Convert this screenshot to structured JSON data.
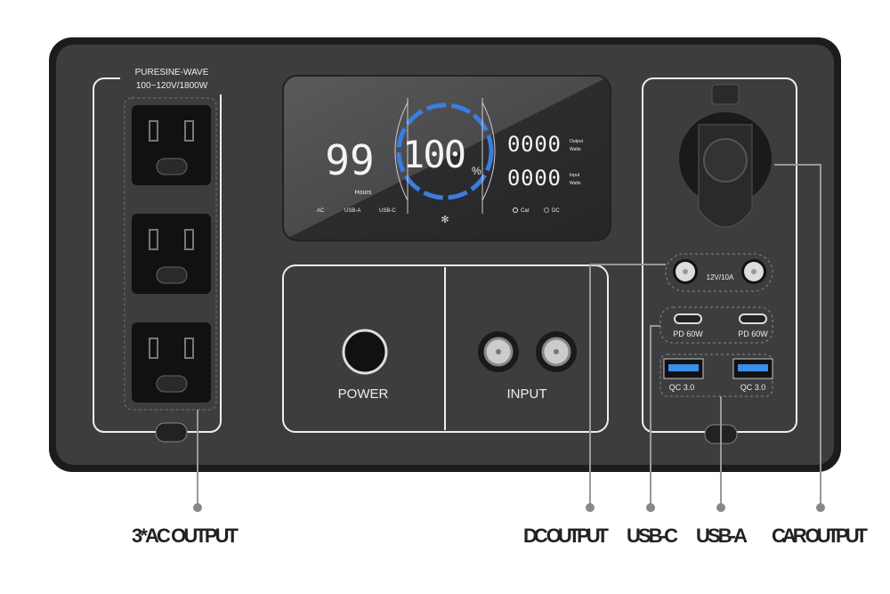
{
  "ac_panel": {
    "line1": "PURESINE-WAVE",
    "line2": "100~120V/1800W"
  },
  "display": {
    "hours_value": "99",
    "hours_label": "Hours",
    "battery_value": "100",
    "battery_unit": "%",
    "output_value": "0000",
    "output_label_1": "Output",
    "output_label_2": "Watts",
    "input_value": "0000",
    "input_label_1": "Input",
    "input_label_2": "Watts",
    "indicators_left": [
      "AC",
      "USB-A",
      "USB-C"
    ],
    "indicators_right": [
      "Car",
      "DC"
    ],
    "ring_color": "#3b7de0",
    "fan_icon": "fan-icon"
  },
  "controls": {
    "power_label": "POWER",
    "input_label": "INPUT"
  },
  "right_panel": {
    "dc_label": "12V/10A",
    "usb_c_labels": [
      "PD 60W",
      "PD 60W"
    ],
    "usb_a_labels": [
      "QC 3.0",
      "QC 3.0"
    ],
    "usb_a_color": "#3a8fe8"
  },
  "callouts": {
    "ac": "3*AC OUTPUT",
    "dc": "DC OUTPUT",
    "usb_c": "USB-C",
    "usb_a": "USB-A",
    "car": "CAR OUTPUT"
  }
}
